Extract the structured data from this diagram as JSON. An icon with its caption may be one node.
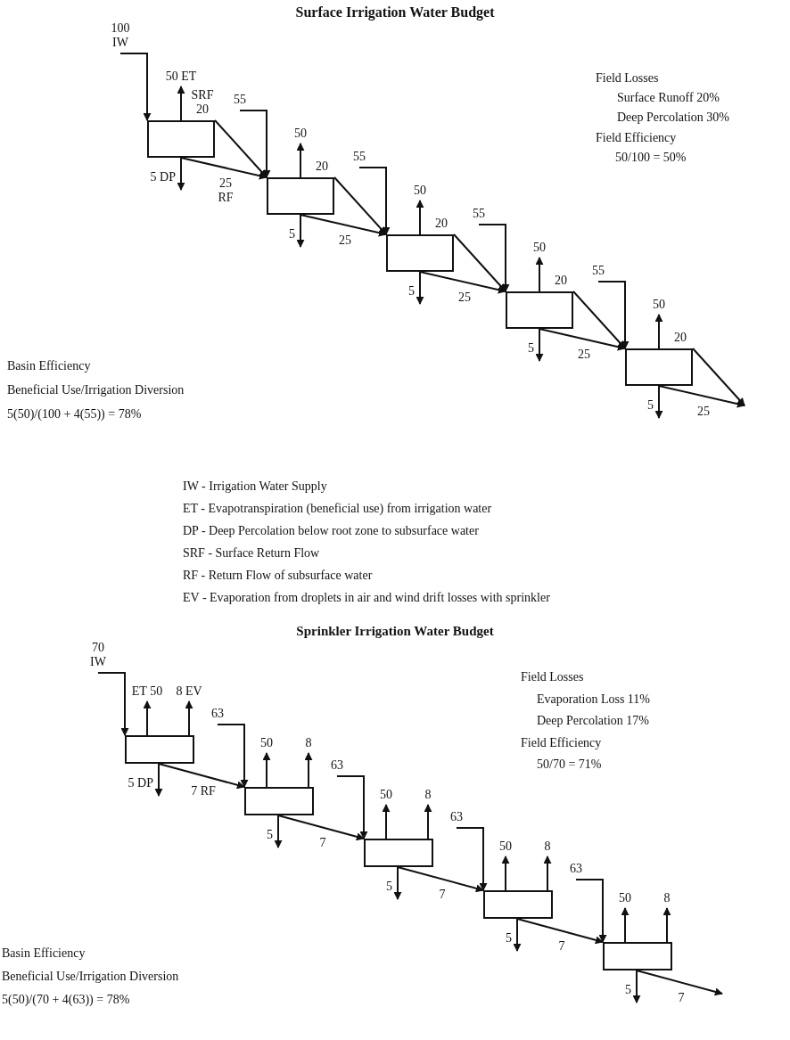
{
  "diagram": {
    "title": "Surface Irrigation Water Budget",
    "nodes": [
      {
        "text": [],
        "shape": "box"
      },
      {
        "text": [],
        "shape": "box"
      },
      {
        "text": [],
        "shape": "box"
      },
      {
        "text": [],
        "shape": "box"
      },
      {
        "text": [],
        "shape": "box"
      },
      {
        "text": [],
        "shape": "box"
      },
      {
        "text": [],
        "shape": "box"
      },
      {
        "text": [],
        "shape": "box"
      },
      {
        "text": [],
        "shape": "box"
      },
      {
        "text": [],
        "shape": "box"
      }
    ],
    "edges": [
      {
        "from": null,
        "to": 0,
        "arrow": "to",
        "label": "100 IW"
      },
      {
        "from": 0,
        "to": null,
        "arrow": "to",
        "label": "50 ET"
      },
      {
        "from": 0,
        "to": null,
        "arrow": "to",
        "label": "5 DP"
      },
      {
        "from": 0,
        "to": 1,
        "arrow": "to",
        "label": "SRF 20"
      },
      {
        "from": 0,
        "to": 1,
        "arrow": "to",
        "label": "25 RF"
      },
      {
        "from": null,
        "to": 1,
        "arrow": "to",
        "label": "55"
      },
      {
        "from": 1,
        "to": null,
        "arrow": "to",
        "label": "50"
      },
      {
        "from": 1,
        "to": null,
        "arrow": "to",
        "label": "5"
      },
      {
        "from": 1,
        "to": 2,
        "arrow": "to",
        "label": "20"
      },
      {
        "from": 1,
        "to": 2,
        "arrow": "to",
        "label": "25"
      },
      {
        "from": null,
        "to": 2,
        "arrow": "to",
        "label": "55"
      },
      {
        "from": 2,
        "to": null,
        "arrow": "to",
        "label": "50"
      },
      {
        "from": 2,
        "to": null,
        "arrow": "to",
        "label": "5"
      },
      {
        "from": 2,
        "to": 3,
        "arrow": "to",
        "label": "20"
      },
      {
        "from": 2,
        "to": 3,
        "arrow": "to",
        "label": "25"
      },
      {
        "from": null,
        "to": 3,
        "arrow": "to",
        "label": "55"
      },
      {
        "from": 3,
        "to": null,
        "arrow": "to",
        "label": "50"
      },
      {
        "from": 3,
        "to": null,
        "arrow": "to",
        "label": "5"
      },
      {
        "from": 3,
        "to": 4,
        "arrow": "to",
        "label": "20"
      },
      {
        "from": 3,
        "to": 4,
        "arrow": "to",
        "label": "25"
      },
      {
        "from": null,
        "to": 4,
        "arrow": "to",
        "label": "55"
      },
      {
        "from": 4,
        "to": null,
        "arrow": "to",
        "label": "50"
      },
      {
        "from": 4,
        "to": null,
        "arrow": "to",
        "label": "5"
      },
      {
        "from": 4,
        "to": null,
        "arrow": "to",
        "label": "20"
      },
      {
        "from": 4,
        "to": null,
        "arrow": "to",
        "label": "25"
      },
      {
        "from": null,
        "to": 5,
        "arrow": "to",
        "label": "70 IW"
      },
      {
        "from": 5,
        "to": null,
        "arrow": "to",
        "label": "ET 50"
      },
      {
        "from": 5,
        "to": null,
        "arrow": "to",
        "label": "8 EV"
      },
      {
        "from": 5,
        "to": null,
        "arrow": "to",
        "label": "5 DP"
      },
      {
        "from": 5,
        "to": 6,
        "arrow": "to",
        "label": "7 RF"
      },
      {
        "from": null,
        "to": 6,
        "arrow": "to",
        "label": "63"
      },
      {
        "from": 6,
        "to": null,
        "arrow": "to",
        "label": "50"
      },
      {
        "from": 6,
        "to": null,
        "arrow": "to",
        "label": "8"
      },
      {
        "from": 6,
        "to": null,
        "arrow": "to",
        "label": "5"
      },
      {
        "from": 6,
        "to": 7,
        "arrow": "to",
        "label": "7"
      },
      {
        "from": null,
        "to": 7,
        "arrow": "to",
        "label": "63"
      },
      {
        "from": 7,
        "to": null,
        "arrow": "to",
        "label": "50"
      },
      {
        "from": 7,
        "to": null,
        "arrow": "to",
        "label": "8"
      },
      {
        "from": 7,
        "to": null,
        "arrow": "to",
        "label": "5"
      },
      {
        "from": 7,
        "to": 8,
        "arrow": "to",
        "label": "7"
      },
      {
        "from": null,
        "to": 8,
        "arrow": "to",
        "label": "63"
      },
      {
        "from": 8,
        "to": null,
        "arrow": "to",
        "label": "50"
      },
      {
        "from": 8,
        "to": null,
        "arrow": "to",
        "label": "8"
      },
      {
        "from": 8,
        "to": null,
        "arrow": "to",
        "label": "5"
      },
      {
        "from": 8,
        "to": 9,
        "arrow": "to",
        "label": "7"
      },
      {
        "from": null,
        "to": 9,
        "arrow": "to",
        "label": "63"
      },
      {
        "from": 9,
        "to": null,
        "arrow": "to",
        "label": "50"
      },
      {
        "from": 9,
        "to": null,
        "arrow": "to",
        "label": "8"
      },
      {
        "from": 9,
        "to": null,
        "arrow": "to",
        "label": "5"
      },
      {
        "from": 9,
        "to": null,
        "arrow": "to",
        "label": "7"
      }
    ],
    "labels": [
      "Field Losses",
      "Surface Runoff 20%",
      "Deep Percolation 30%",
      "Field Efficiency",
      "50/100 = 50%",
      "Basin Efficiency",
      "Beneficial Use/Irrigation Diversion",
      "5(50)/(100 + 4(55)) = 78%",
      "IW - Irrigation Water Supply",
      "ET - Evapotranspiration (beneficial use) from irrigation water",
      "DP - Deep Percolation below root zone to subsurface water",
      "SRF - Surface Return Flow",
      "RF -  Return Flow of subsurface water",
      "EV - Evaporation from droplets in air and wind drift losses with sprinkler",
      "Sprinkler Irrigation Water Budget",
      "Field Losses",
      "Evaporation Loss 11%",
      "Deep Percolation 17%",
      "Field Efficiency",
      "50/70 = 71%",
      "Basin Efficiency",
      "Beneficial Use/Irrigation Diversion",
      "5(50)/(70 + 4(63)) = 78%"
    ]
  }
}
